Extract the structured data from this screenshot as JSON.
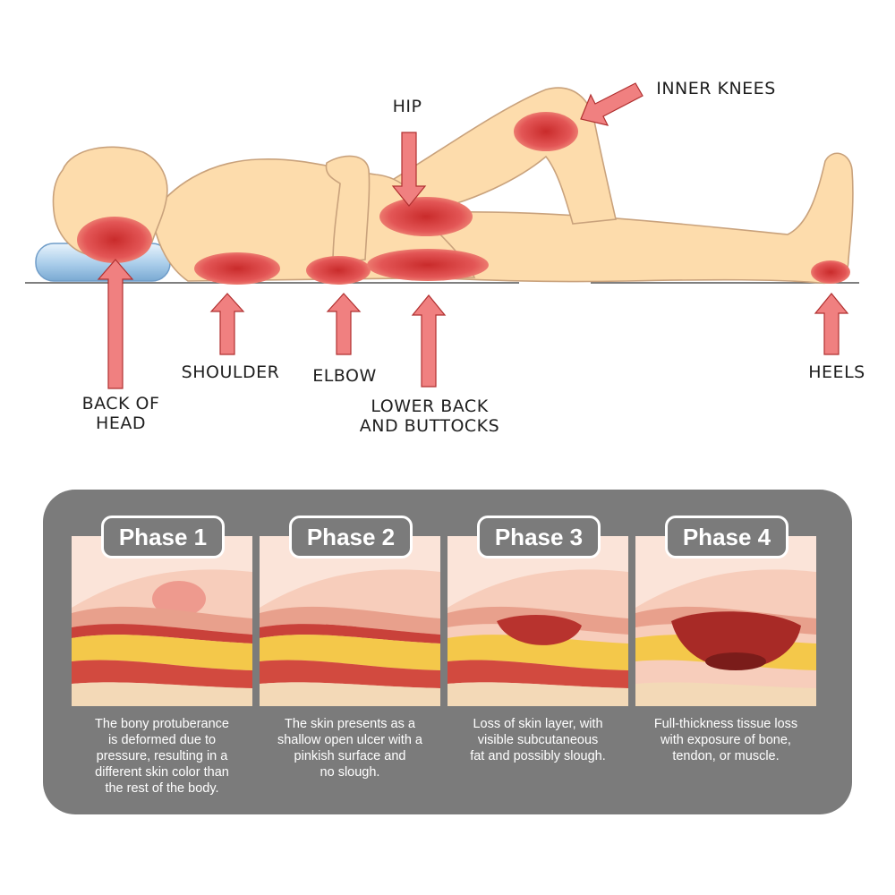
{
  "labels": {
    "head": "BACK OF\nHEAD",
    "shoulder": "SHOULDER",
    "elbow": "ELBOW",
    "lower_back": "LOWER BACK\nAND BUTTOCKS",
    "hip": "HIP",
    "inner_knees": "INNER KNEES",
    "heels": "HEELS"
  },
  "phases": [
    {
      "title": "Phase 1",
      "desc": "The bony protuberance\nis deformed due to\npressure, resulting in a\ndifferent skin color than\nthe rest of the body."
    },
    {
      "title": "Phase 2",
      "desc": "The skin presents as a\nshallow open ulcer with a\npinkish surface and\nno slough."
    },
    {
      "title": "Phase 3",
      "desc": "Loss of skin layer, with\nvisible subcutaneous\nfat and possibly slough."
    },
    {
      "title": "Phase 4",
      "desc": "Full-thickness tissue loss\nwith exposure of bone,\ntendon, or muscle."
    }
  ],
  "colors": {
    "skin": "#fddcac",
    "pressure": "#d93a3a",
    "arrow": "#f08080",
    "panel": "#7b7b7b",
    "pillow": "#b9d8f0"
  }
}
